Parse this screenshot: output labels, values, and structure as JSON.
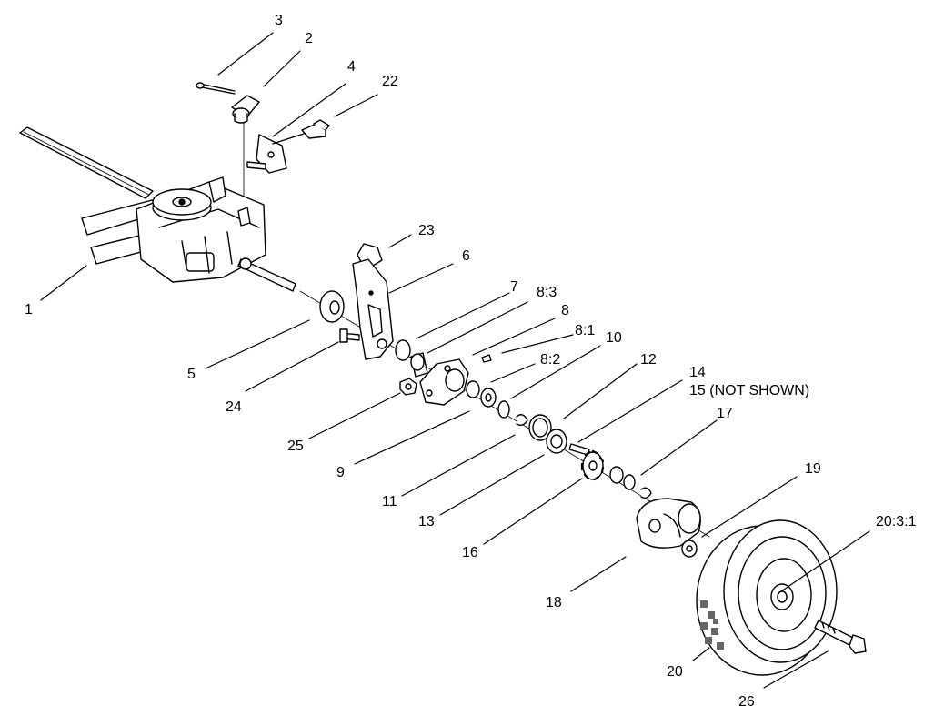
{
  "diagram": {
    "callouts": [
      {
        "id": "c1",
        "text": "1"
      },
      {
        "id": "c2",
        "text": "2"
      },
      {
        "id": "c3",
        "text": "3"
      },
      {
        "id": "c4",
        "text": "4"
      },
      {
        "id": "c5",
        "text": "5"
      },
      {
        "id": "c6",
        "text": "6"
      },
      {
        "id": "c7",
        "text": "7"
      },
      {
        "id": "c8",
        "text": "8"
      },
      {
        "id": "c8_1",
        "text": "8:1"
      },
      {
        "id": "c8_2",
        "text": "8:2"
      },
      {
        "id": "c8_3",
        "text": "8:3"
      },
      {
        "id": "c9",
        "text": "9"
      },
      {
        "id": "c10",
        "text": "10"
      },
      {
        "id": "c11",
        "text": "11"
      },
      {
        "id": "c12",
        "text": "12"
      },
      {
        "id": "c13",
        "text": "13"
      },
      {
        "id": "c14",
        "text": "14"
      },
      {
        "id": "c15",
        "text": "15 (NOT SHOWN)"
      },
      {
        "id": "c16",
        "text": "16"
      },
      {
        "id": "c17",
        "text": "17"
      },
      {
        "id": "c18",
        "text": "18"
      },
      {
        "id": "c19",
        "text": "19"
      },
      {
        "id": "c20",
        "text": "20"
      },
      {
        "id": "c20_3_1",
        "text": "20:3:1"
      },
      {
        "id": "c22",
        "text": "22"
      },
      {
        "id": "c23",
        "text": "23"
      },
      {
        "id": "c24",
        "text": "24"
      },
      {
        "id": "c25",
        "text": "25"
      },
      {
        "id": "c26",
        "text": "26"
      }
    ]
  }
}
